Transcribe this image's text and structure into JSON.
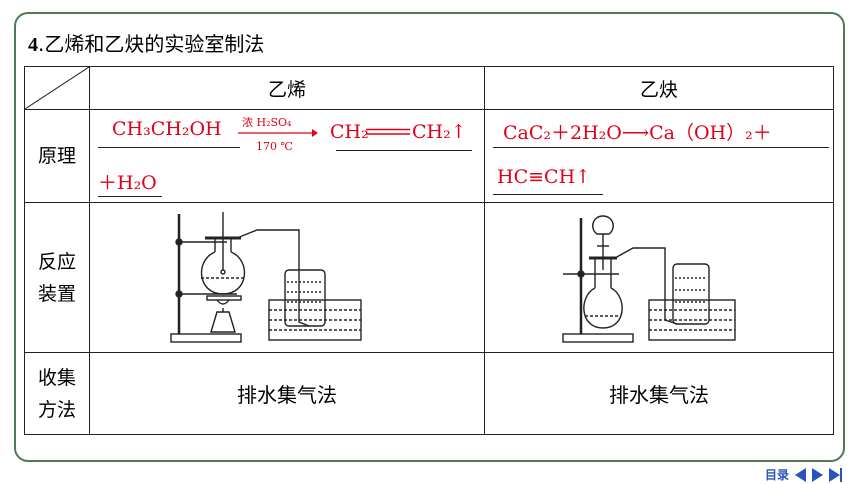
{
  "section": {
    "number": "4",
    "title": ".乙烯和乙炔的实验室制法"
  },
  "table": {
    "header": {
      "ethylene": "乙烯",
      "acetylene": "乙炔"
    },
    "rows": {
      "principle": "原理",
      "apparatus_1": "反应",
      "apparatus_2": "装置",
      "collection_1": "收集",
      "collection_2": "方法"
    },
    "ethylene_principle": {
      "reactant": "CH₃CH₂OH",
      "condition_top": "浓 H₂SO₄",
      "condition_bottom": "170 ℃",
      "product_left": "CH₂",
      "product_right": "CH₂↑",
      "byproduct": "＋H₂O"
    },
    "acetylene_principle": {
      "line1": "CaC₂＋2H₂O⟶Ca（OH）₂＋",
      "line2": "HC≡CH↑"
    },
    "ethylene_collection": "排水集气法",
    "acetylene_collection": "排水集气法"
  },
  "nav": {
    "toc": "目录"
  },
  "colors": {
    "frame": "#4e7a55",
    "answer": "#e0001a",
    "nav": "#2a55b8"
  }
}
